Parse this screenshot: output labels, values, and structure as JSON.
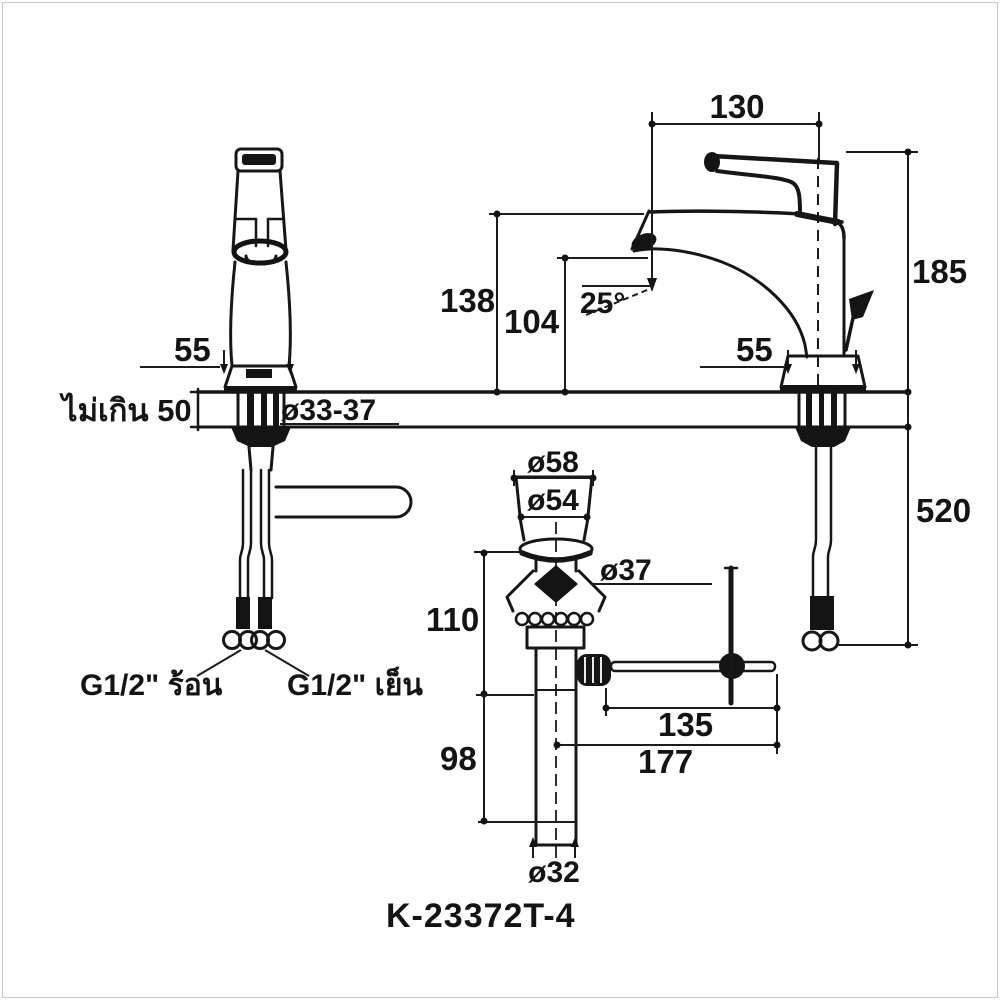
{
  "drawing": {
    "model": "K-23372T-4",
    "labels": {
      "dim_130": "130",
      "dim_185": "185",
      "dim_138": "138",
      "dim_104": "104",
      "angle_25": "25°",
      "dim_55_left": "55",
      "dim_55_right": "55",
      "counter_thickness": "ไม่เกิน 50",
      "hole_diameter": "ø33-37",
      "dim_520": "520",
      "dia_58": "ø58",
      "dia_54": "ø54",
      "dia_37": "ø37",
      "dim_110": "110",
      "dim_98": "98",
      "dim_135": "135",
      "dim_177": "177",
      "dia_32": "ø32",
      "hot_supply": "G1/2\" ร้อน",
      "cold_supply": "G1/2\" เย็น"
    }
  }
}
